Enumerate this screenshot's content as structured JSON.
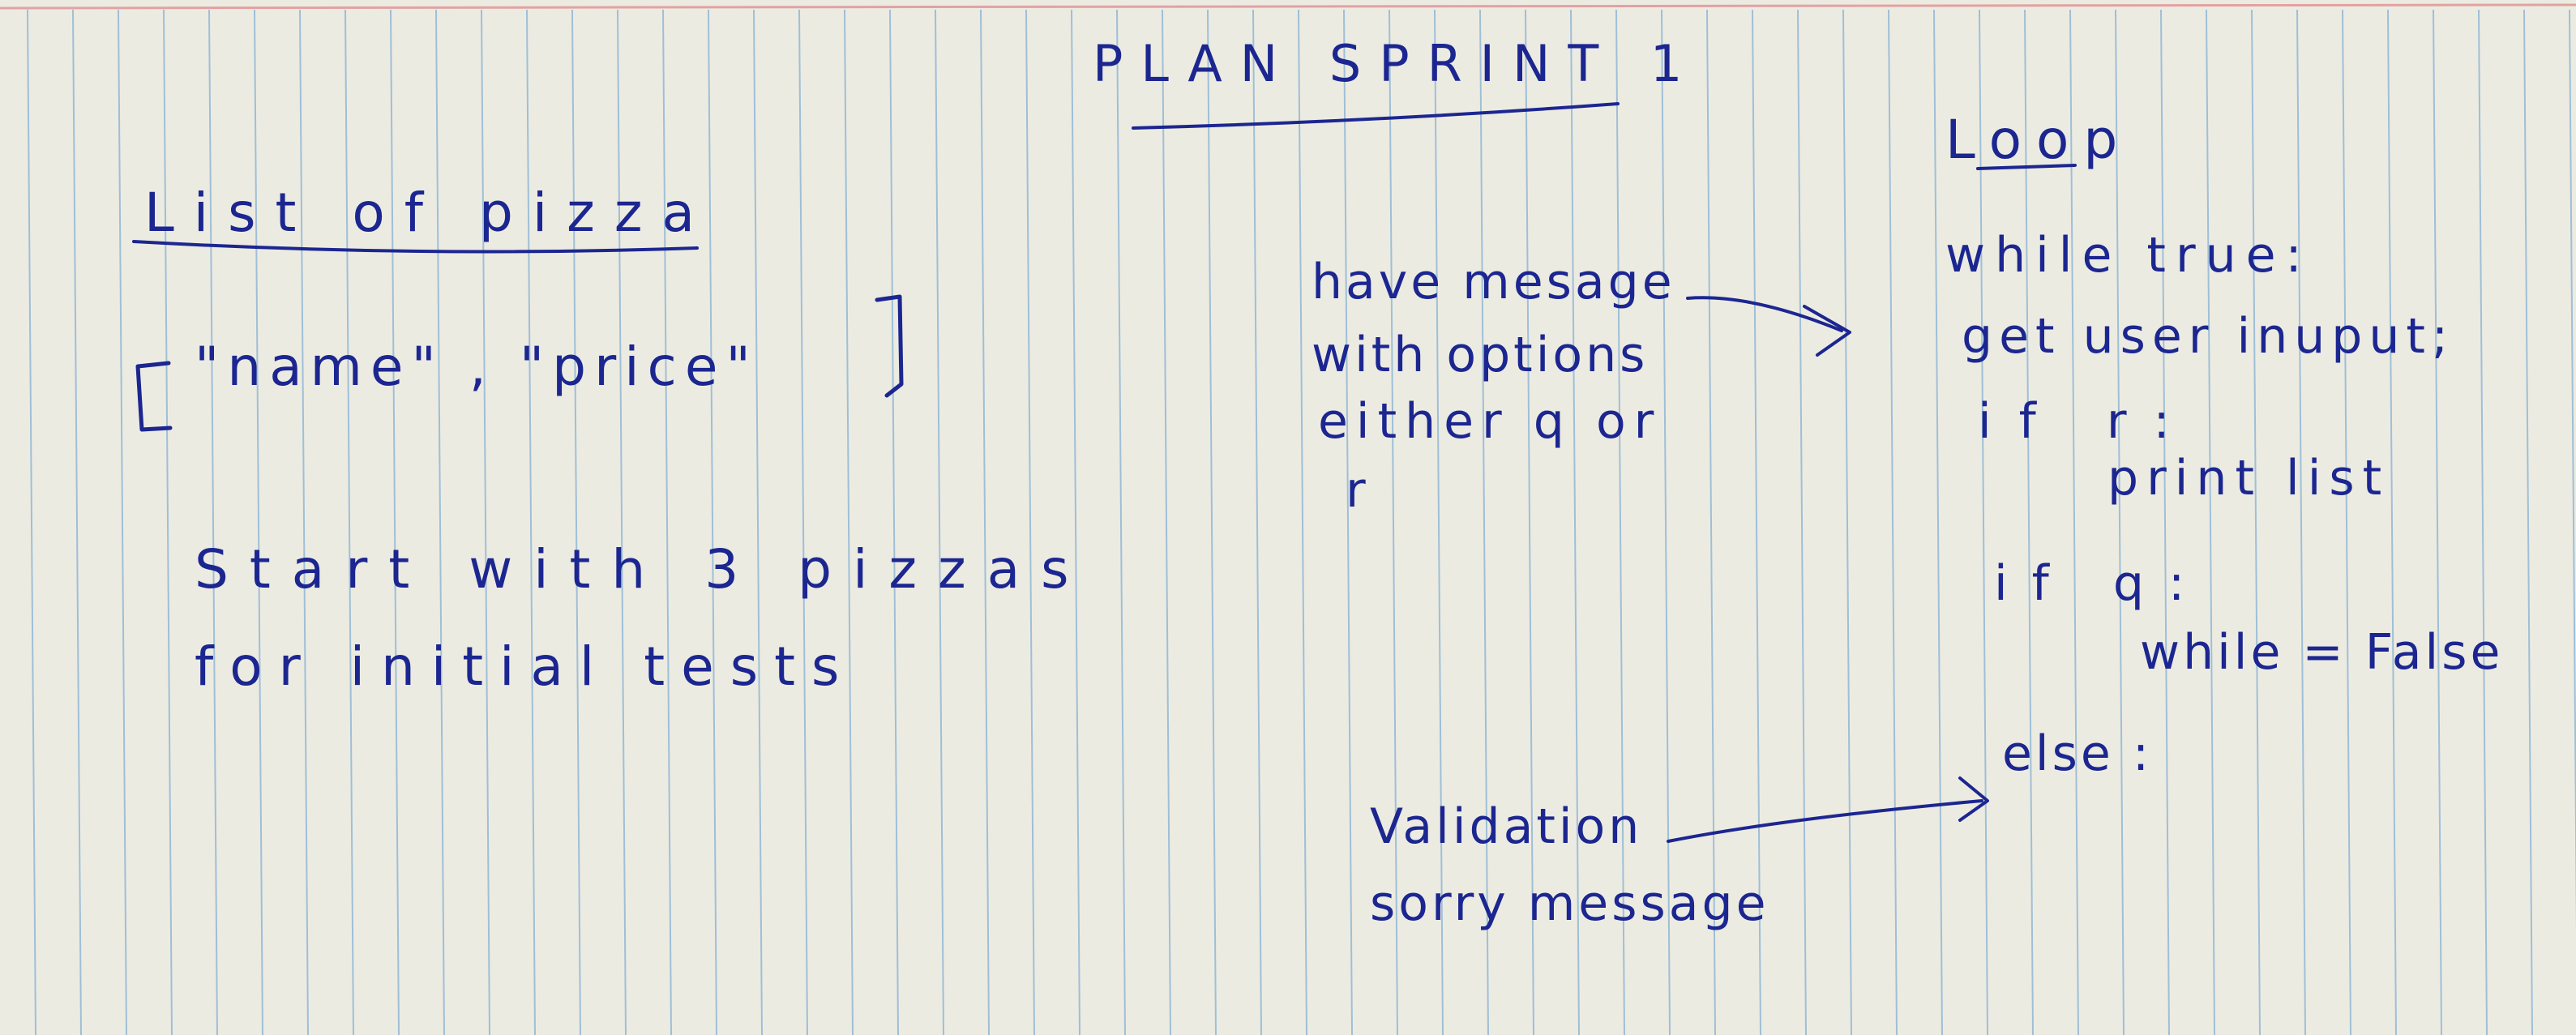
{
  "page": {
    "title": "PLAN SPRINT 1",
    "colors": {
      "paper": "#ecebe2",
      "ruled_line": "#9fbfd6",
      "top_margin_line": "#e2a2a2",
      "ink": "#1c2690"
    }
  },
  "list_section": {
    "heading": "List of pizza",
    "array_text": "\"name\" , \"price\"",
    "note_line_1": "Start with 3 pizzas",
    "note_line_2": "for initial tests"
  },
  "message_section": {
    "line_1": "have mesage",
    "line_2": "with options",
    "line_3": "either q or",
    "line_4": "r"
  },
  "validation_section": {
    "line_1": "Validation",
    "line_2": "sorry message"
  },
  "loop_section": {
    "heading": "Loop",
    "lines": [
      "while true:",
      "get user inuput;",
      "if r:",
      "print list",
      "if q:",
      "while = False",
      "else :"
    ]
  }
}
